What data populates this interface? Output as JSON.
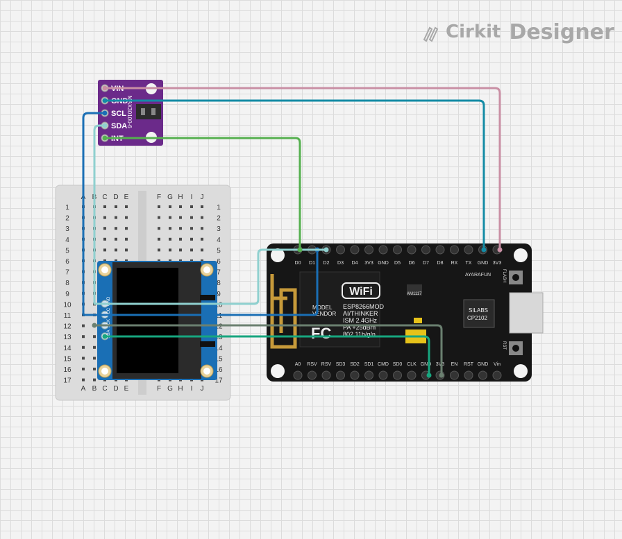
{
  "logo": {
    "brand": "Cirkit",
    "product": "Designer",
    "icon": "pencil-cable-icon"
  },
  "sensor": {
    "chip_text": "MAX30100-6",
    "pins": [
      "VIN",
      "GND",
      "SCL",
      "SDA",
      "INT"
    ],
    "color": "#6b2a8a"
  },
  "breadboard": {
    "columns_left": [
      "A",
      "B",
      "C",
      "D",
      "E"
    ],
    "columns_right": [
      "F",
      "G",
      "H",
      "I",
      "J"
    ],
    "rows": [
      "1",
      "2",
      "3",
      "4",
      "5",
      "6",
      "7",
      "8",
      "9",
      "10",
      "11",
      "12",
      "13",
      "14",
      "15",
      "16",
      "17"
    ]
  },
  "oled": {
    "pins": [
      "GND",
      "VCC",
      "SCK",
      "SDA"
    ]
  },
  "esp": {
    "top_pins": [
      "D0",
      "D1",
      "D2",
      "D3",
      "D4",
      "3V3",
      "GND",
      "D5",
      "D6",
      "D7",
      "D8",
      "RX",
      "TX",
      "GND",
      "3V3"
    ],
    "bottom_pins": [
      "A0",
      "RSV",
      "RSV",
      "SD3",
      "SD2",
      "SD1",
      "CMD",
      "SD0",
      "CLK",
      "GND",
      "3V3",
      "EN",
      "RST",
      "GND",
      "Vin"
    ],
    "module_lines": [
      "ESP8266MOD",
      "AI/THINKER",
      "ISM 2.4GHz",
      "PA +25dBm",
      "802.11b/g/n"
    ],
    "model_lines": [
      "MODEL",
      "VENDOR"
    ],
    "wifi": "WiFi",
    "regulator": "AM1117",
    "usb_chip": [
      "SILABS",
      "CP2102"
    ],
    "maker": "AYARAFUN",
    "flash": "FLASH",
    "rst": "RST",
    "fc": "FC"
  },
  "wire_colors": {
    "vin": "#c98fa4",
    "gnd": "#138ba5",
    "scl": "#1a6fb5",
    "sda": "#8fd0cf",
    "int": "#55b04f",
    "oled_vcc": "#6b8070",
    "oled_gnd": "#17a67f"
  }
}
